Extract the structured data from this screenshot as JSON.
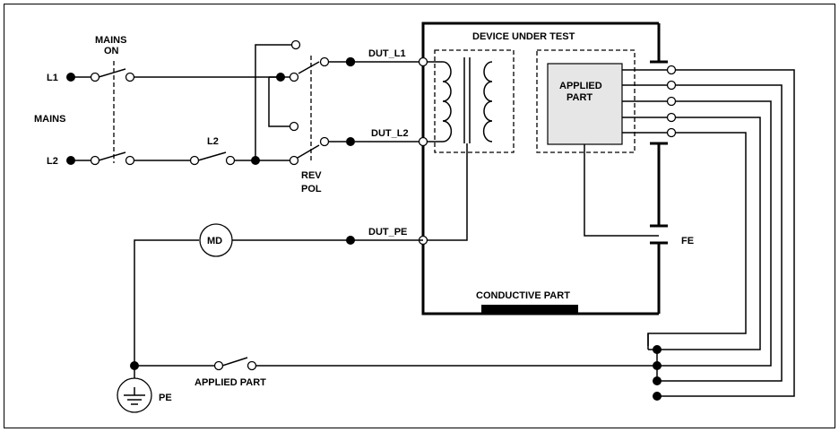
{
  "labels": {
    "mains_on_1": "MAINS",
    "mains_on_2": "ON",
    "l1": "L1",
    "mains": "MAINS",
    "l2": "L2",
    "l2_switch": "L2",
    "rev_pol_1": "REV",
    "rev_pol_2": "POL",
    "dut_l1": "DUT_L1",
    "dut_l2": "DUT_L2",
    "dut_pe": "DUT_PE",
    "md": "MD",
    "device_under_test": "DEVICE UNDER TEST",
    "applied_part_box_1": "APPLIED",
    "applied_part_box_2": "PART",
    "fe": "FE",
    "conductive_part": "CONDUCTIVE PART",
    "applied_part_switch": "APPLIED PART",
    "pe": "PE"
  }
}
